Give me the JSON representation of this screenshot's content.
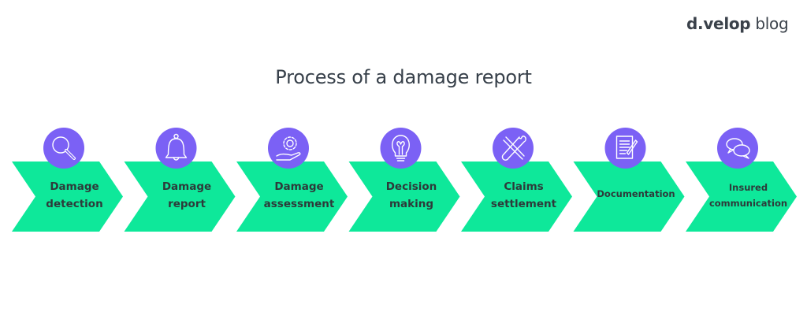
{
  "brand": {
    "prefix": "d.velop",
    "suffix": "blog"
  },
  "title": "Process of a damage report",
  "colors": {
    "chevron": "#0ee89a",
    "circle": "#7b61f5",
    "icon_stroke": "#ffffff",
    "text": "#2d3a3a",
    "title": "#37404a"
  },
  "steps": [
    {
      "label_lines": [
        "Damage",
        "detection"
      ],
      "icon": "magnifier-icon"
    },
    {
      "label_lines": [
        "Damage",
        "report"
      ],
      "icon": "bell-icon"
    },
    {
      "label_lines": [
        "Damage",
        "assessment"
      ],
      "icon": "gear-hand-icon"
    },
    {
      "label_lines": [
        "Decision",
        "making"
      ],
      "icon": "lightbulb-icon"
    },
    {
      "label_lines": [
        "Claims",
        "settlement"
      ],
      "icon": "tools-icon"
    },
    {
      "label_lines": [
        "Documentation"
      ],
      "icon": "document-pen-icon"
    },
    {
      "label_lines": [
        "Insured",
        "communication"
      ],
      "icon": "chat-bubbles-icon"
    }
  ]
}
